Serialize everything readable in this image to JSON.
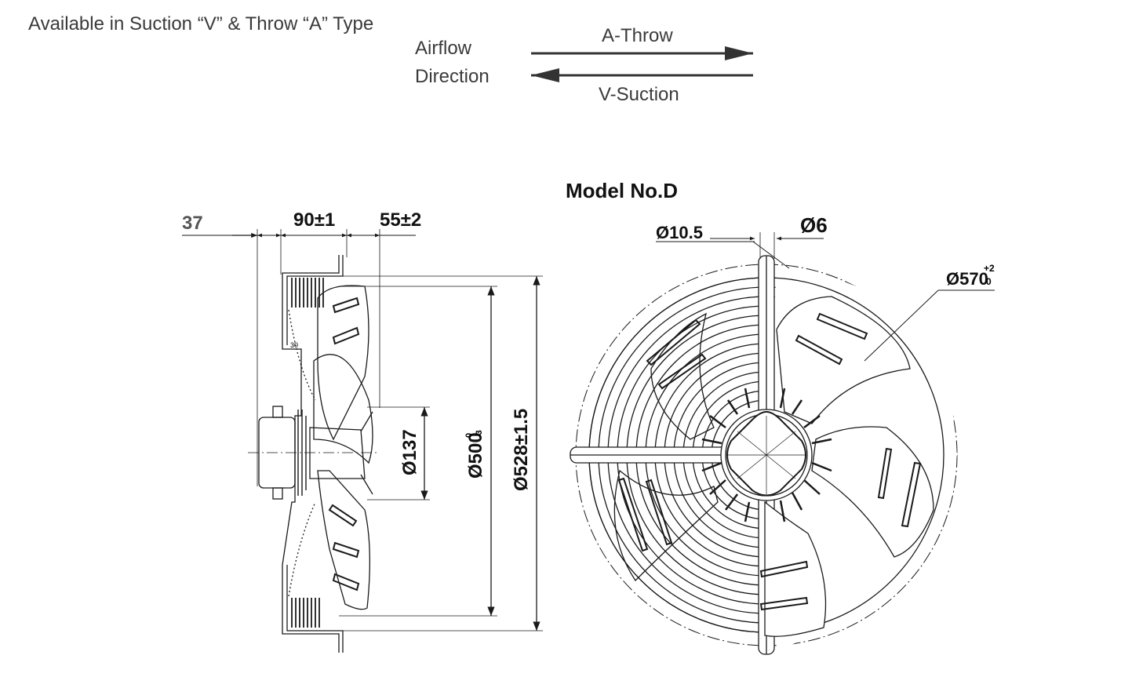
{
  "header": {
    "availability": "Available in Suction “V” & Throw “A” Type",
    "airflow_line1": "Airflow",
    "airflow_line2": "Direction",
    "throw_label": "A-Throw",
    "suction_label": "V-Suction"
  },
  "model": "Model No.D",
  "side_view": {
    "dim_37": "37",
    "dim_90": "90±1",
    "dim_55": "55±2",
    "dim_30": "30",
    "dim_137": "Ø137",
    "dim_500_main": "Ø500",
    "dim_500_tol_upper": "0",
    "dim_500_tol_lower": "-3",
    "dim_528": "Ø528±1.5"
  },
  "front_view": {
    "dim_10_5": "Ø10.5",
    "dim_6": "Ø6",
    "dim_570_main": "Ø570",
    "dim_570_tol_upper": "+2",
    "dim_570_tol_lower": "0"
  },
  "colors": {
    "line": "#1a1a1a",
    "text": "#3a3a3a"
  }
}
